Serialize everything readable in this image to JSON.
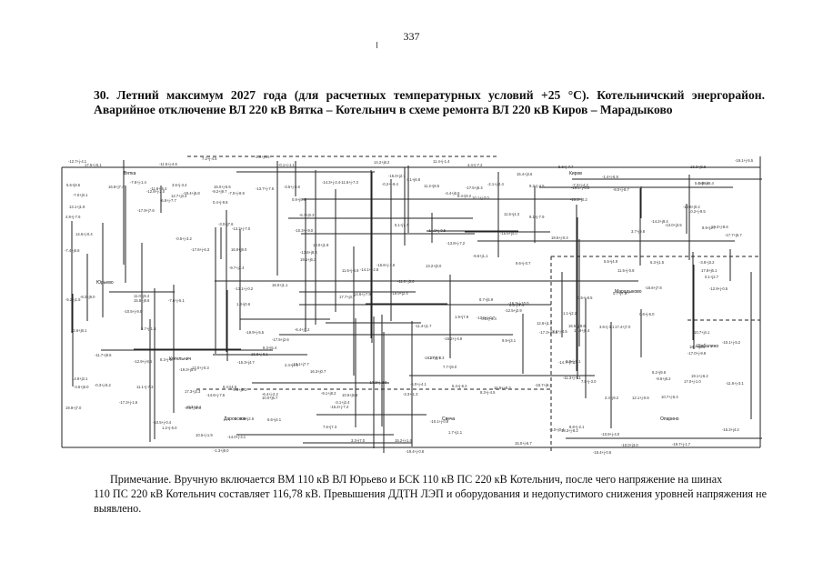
{
  "page": {
    "number": "337"
  },
  "heading": {
    "number": "30.",
    "text": "Летний максимум 2027 года (для расчетных температурных условий +25 °С). Котельничский энергорайон. Аварийное отключение ВЛ 220 кВ Вятка – Котельнич в схеме ремонта ВЛ 220 кВ Киров – Марадыково"
  },
  "diagram": {
    "labels": [
      "Котельнич",
      "Вятка",
      "Киров",
      "Марадыково",
      "Юрьево",
      "Даровское",
      "Свеча",
      "Шабалино",
      "Опарино"
    ]
  },
  "note": {
    "first_line": "Примечание. Вручную включается ВМ 110 кВ ВЛ Юрьево и БСК 110 кВ ПС 220 кВ Котельнич, после чего напряжение на шинах",
    "rest": "110 ПС 220 кВ Котельнич составляет 116,78 кВ. Превышения ДДТН ЛЭП и оборудования и недопустимого снижения уровней напряжения не выявлено."
  }
}
